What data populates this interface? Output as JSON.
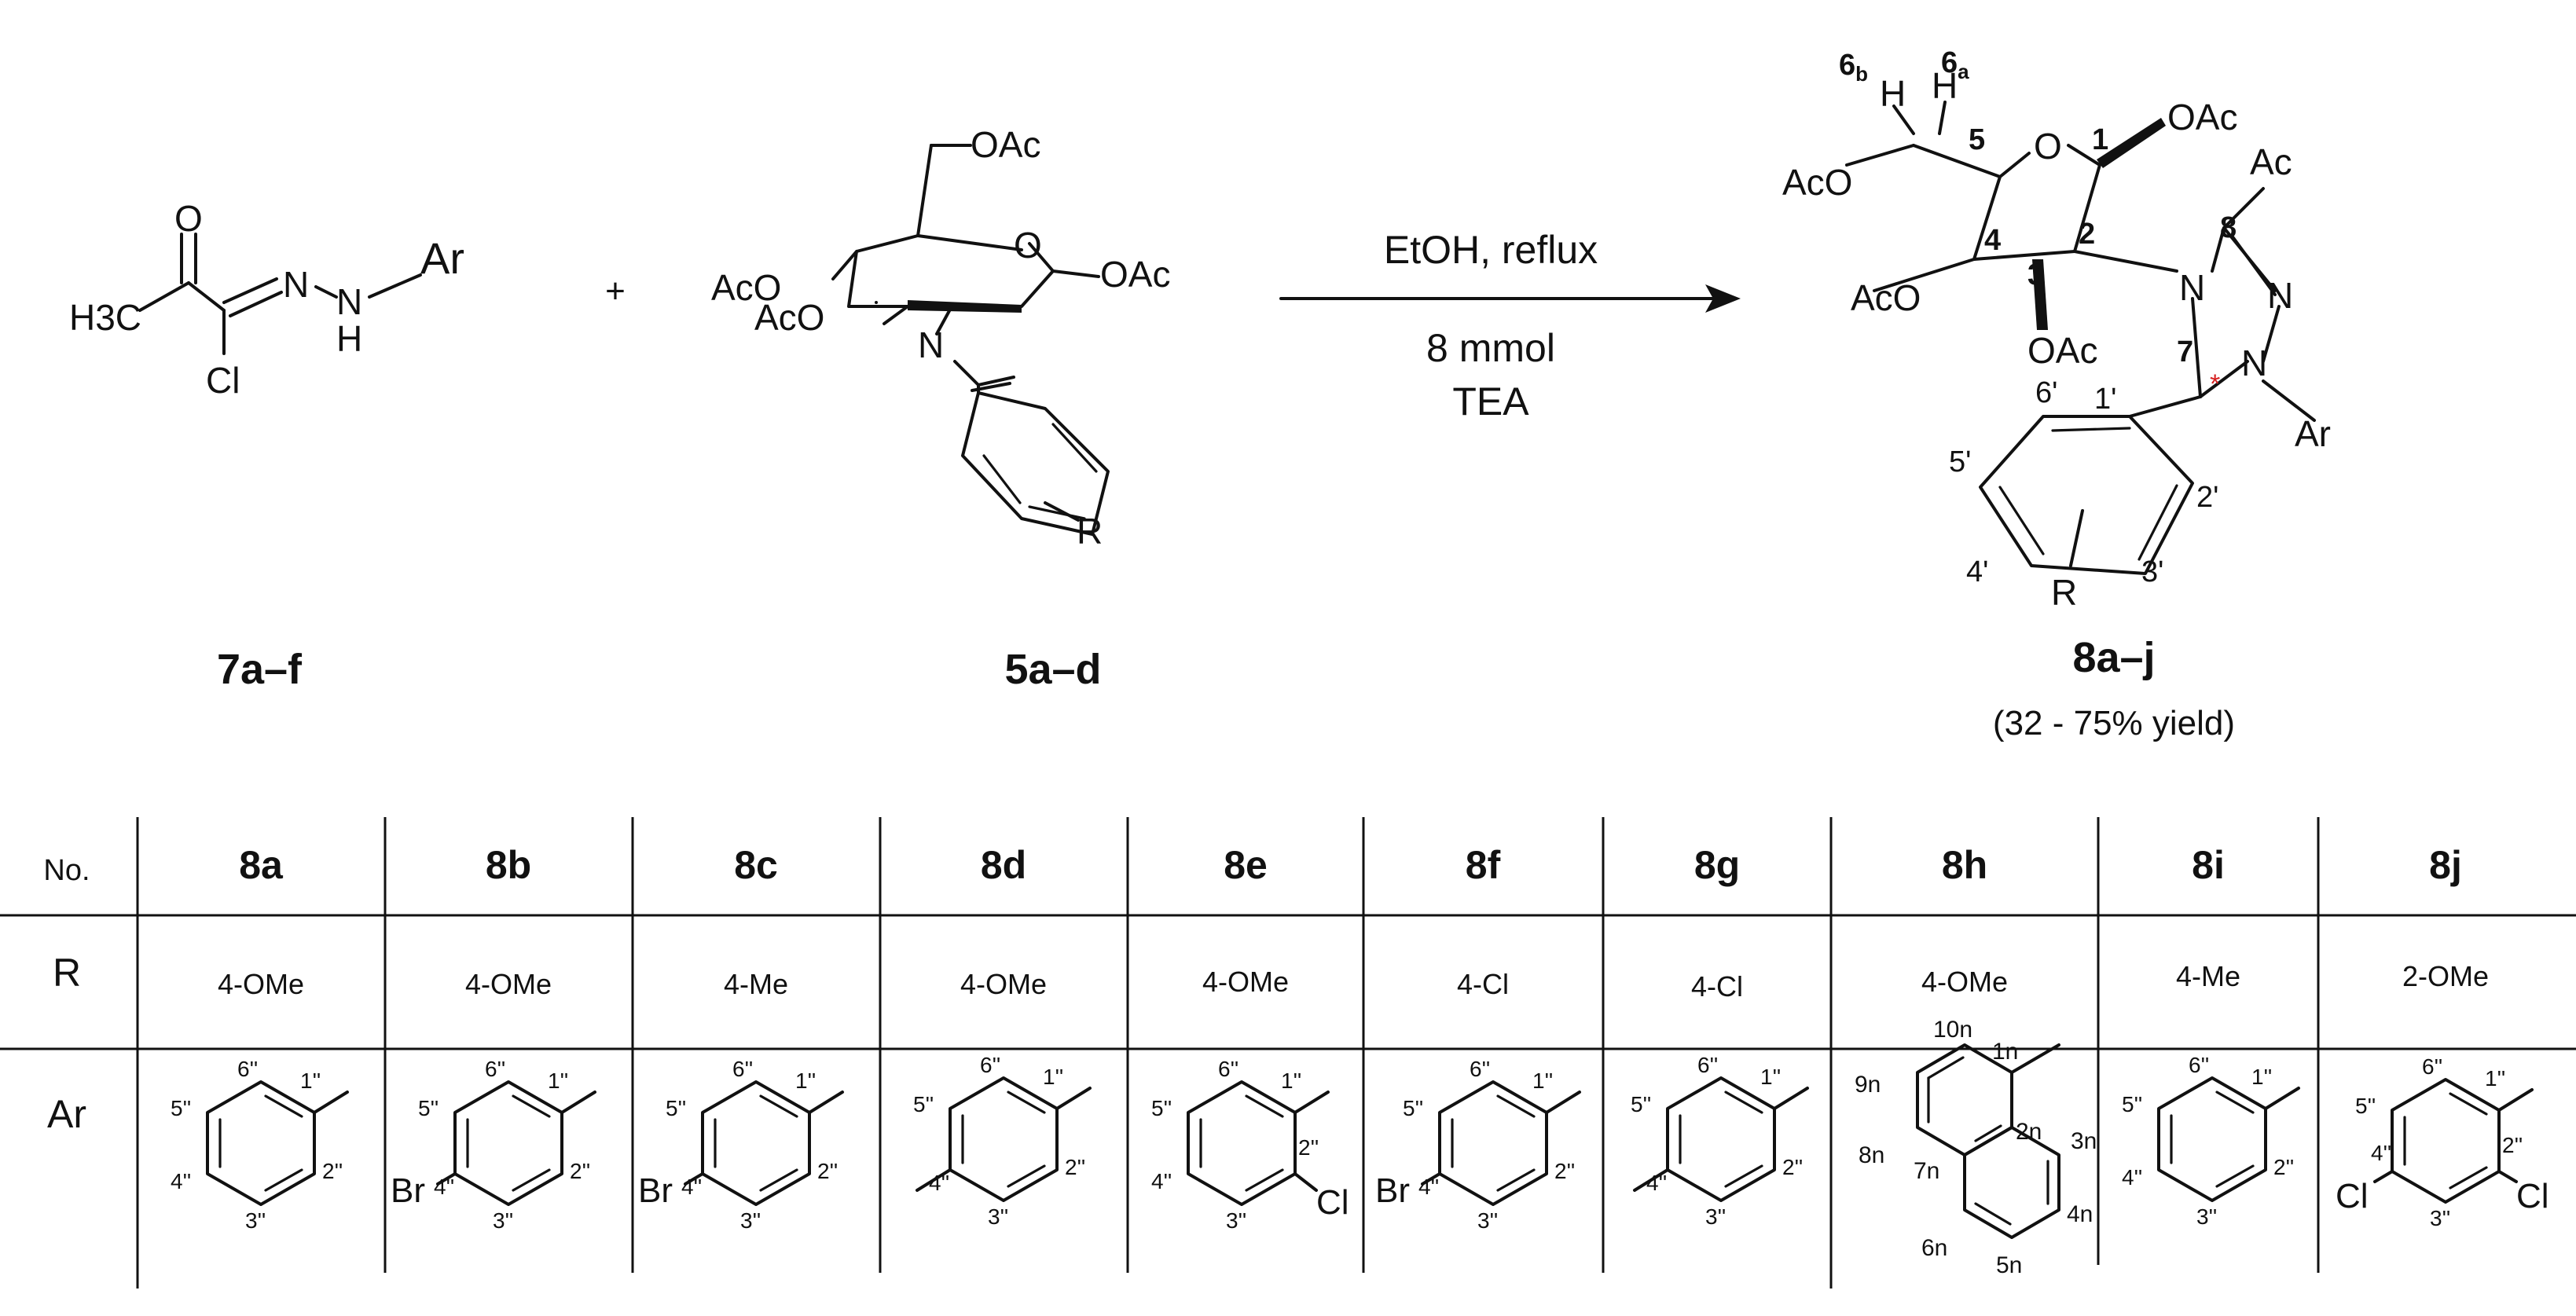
{
  "reactant_1": {
    "label": "7a–f",
    "atoms": {
      "o": "O",
      "h3c": "H3C",
      "n": "N",
      "nh": "N",
      "h": "H",
      "cl": "Cl",
      "ar": "Ar"
    }
  },
  "plus": "+",
  "reactant_2": {
    "label": "5a–d",
    "atoms": {
      "oac_top": "OAc",
      "o_ring": "O",
      "oac_c1": "OAc",
      "oac_c4": "AcO",
      "oac_c3": "AcO",
      "n": "N",
      "r": "R"
    }
  },
  "conditions": {
    "line1": "EtOH, reflux",
    "line2": "8 mmol",
    "line3": "TEA"
  },
  "product": {
    "label": "8a–j",
    "yield": "(32 - 75% yield)",
    "atoms": {
      "h6b": "H",
      "h6a": "H",
      "o_ring": "O",
      "oac_c1": "OAc",
      "oac_c6": "AcO",
      "oac_c4": "AcO",
      "oac_c3": "OAc",
      "n4": "N",
      "n3": "N",
      "n1": "N",
      "ac": "Ac",
      "ar": "Ar",
      "r": "R",
      "stereo": "*"
    },
    "locants": {
      "l6b": "6b",
      "l6a": "6a",
      "l5": "5",
      "l1": "1",
      "l4": "4",
      "l2": "2",
      "l3": "3",
      "l8": "8",
      "l7": "7",
      "l1p": "1'",
      "l2p": "2'",
      "l3p": "3'",
      "l4p": "4'",
      "l5p": "5'",
      "l6p": "6'"
    }
  },
  "table": {
    "headers": [
      "No.",
      "8a",
      "8b",
      "8c",
      "8d",
      "8e",
      "8f",
      "8g",
      "8h",
      "8i",
      "8j"
    ],
    "r_label": "R",
    "r_values": [
      "4-OMe",
      "4-OMe",
      "4-Me",
      "4-OMe",
      "4-OMe",
      "4-Cl",
      "4-Cl",
      "4-OMe",
      "4-Me",
      "2-OMe"
    ],
    "ar_label": "Ar",
    "ar_structures": [
      {
        "compound": "8a",
        "substituents": []
      },
      {
        "compound": "8b",
        "substituents": [
          "Br"
        ]
      },
      {
        "compound": "8c",
        "substituents": [
          "Br"
        ]
      },
      {
        "compound": "8d",
        "substituents": []
      },
      {
        "compound": "8e",
        "substituents": [
          "Cl"
        ]
      },
      {
        "compound": "8f",
        "substituents": [
          "Br"
        ]
      },
      {
        "compound": "8g",
        "substituents": []
      },
      {
        "compound": "8h",
        "substituents": [],
        "locants": [
          "10n",
          "1n",
          "9n",
          "2n",
          "3n",
          "8n",
          "7n",
          "4n",
          "6n",
          "5n"
        ]
      },
      {
        "compound": "8i",
        "substituents": []
      },
      {
        "compound": "8j",
        "substituents": [
          "Cl",
          "Cl"
        ]
      }
    ],
    "ring_locants": {
      "p1": "1''",
      "p2": "2''",
      "p3": "3''",
      "p4": "4''",
      "p5": "5''",
      "p6": "6''"
    }
  }
}
